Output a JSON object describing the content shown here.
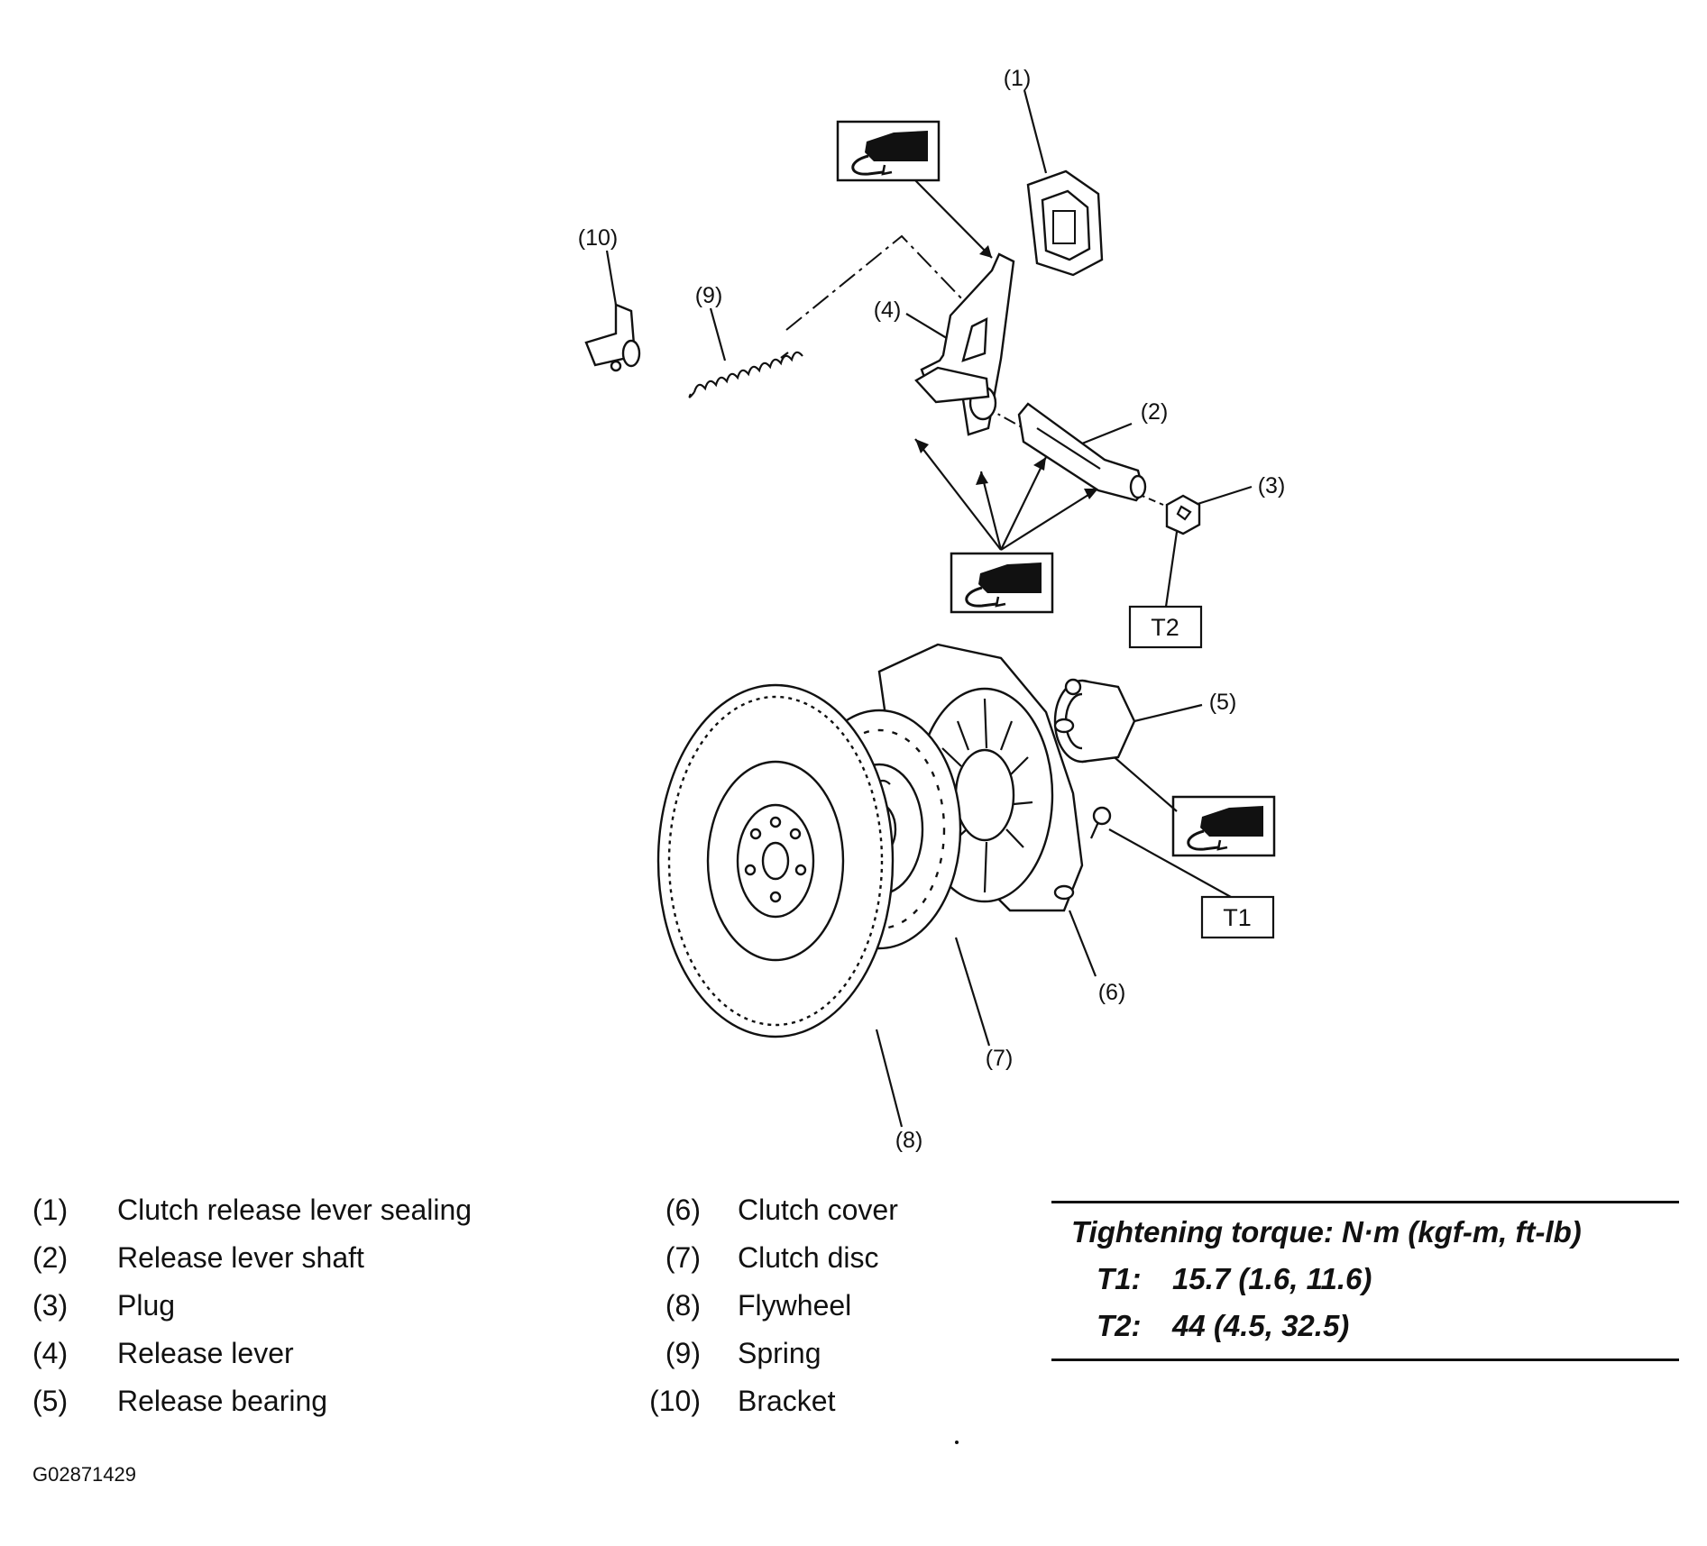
{
  "callouts": {
    "c1": "(1)",
    "c2": "(2)",
    "c3": "(3)",
    "c4": "(4)",
    "c5": "(5)",
    "c6": "(6)",
    "c7": "(7)",
    "c8": "(8)",
    "c9": "(9)",
    "c10": "(10)"
  },
  "torque_tags": {
    "t1": "T1",
    "t2": "T2"
  },
  "grease_icon_name": "grease-application-icon",
  "legend": {
    "left": [
      {
        "num": "(1)",
        "label": "Clutch release lever sealing"
      },
      {
        "num": "(2)",
        "label": "Release lever shaft"
      },
      {
        "num": "(3)",
        "label": "Plug"
      },
      {
        "num": "(4)",
        "label": "Release lever"
      },
      {
        "num": "(5)",
        "label": "Release bearing"
      }
    ],
    "right": [
      {
        "num": "(6)",
        "label": "Clutch cover"
      },
      {
        "num": "(7)",
        "label": "Clutch disc"
      },
      {
        "num": "(8)",
        "label": "Flywheel"
      },
      {
        "num": "(9)",
        "label": "Spring"
      },
      {
        "num": "(10)",
        "label": "Bracket"
      }
    ]
  },
  "torque": {
    "title": "Tightening torque: N·m (kgf-m, ft-lb)",
    "rows": [
      {
        "key": "T1:",
        "value": "15.7 (1.6, 11.6)"
      },
      {
        "key": "T2:",
        "value": "44 (4.5, 32.5)"
      }
    ]
  },
  "figure_id": "G02871429"
}
